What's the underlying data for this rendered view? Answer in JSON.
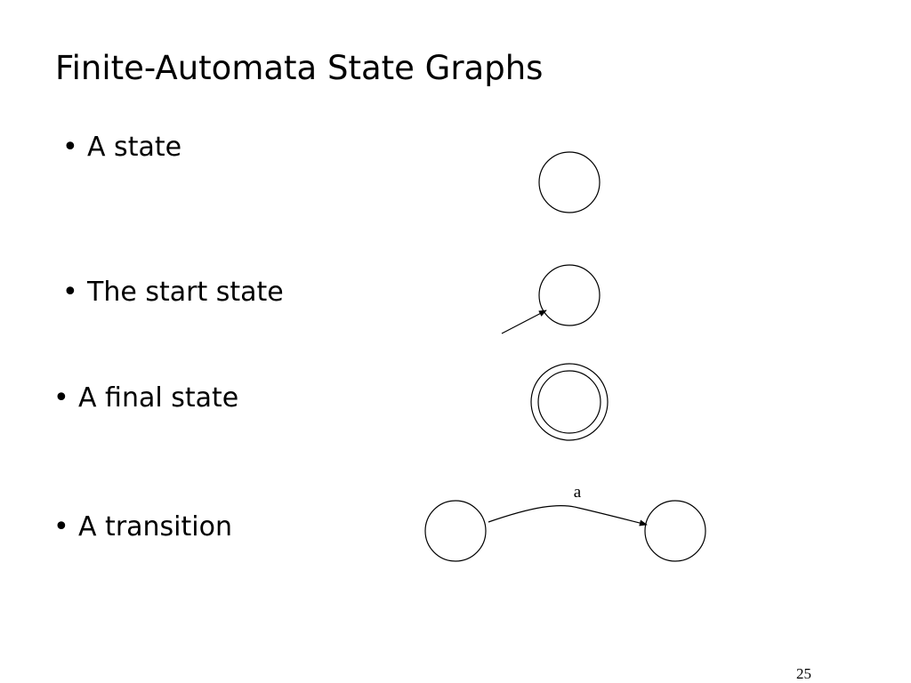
{
  "slide": {
    "title": "Finite-Automata State Graphs",
    "page_number": "25",
    "bullet_char": "•"
  },
  "bullets": [
    {
      "label": "A state"
    },
    {
      "label": "The start state"
    },
    {
      "label": "A final state"
    },
    {
      "label": "A transition"
    }
  ],
  "diagram": {
    "transition_label": "a",
    "stroke_color": "#000000"
  }
}
